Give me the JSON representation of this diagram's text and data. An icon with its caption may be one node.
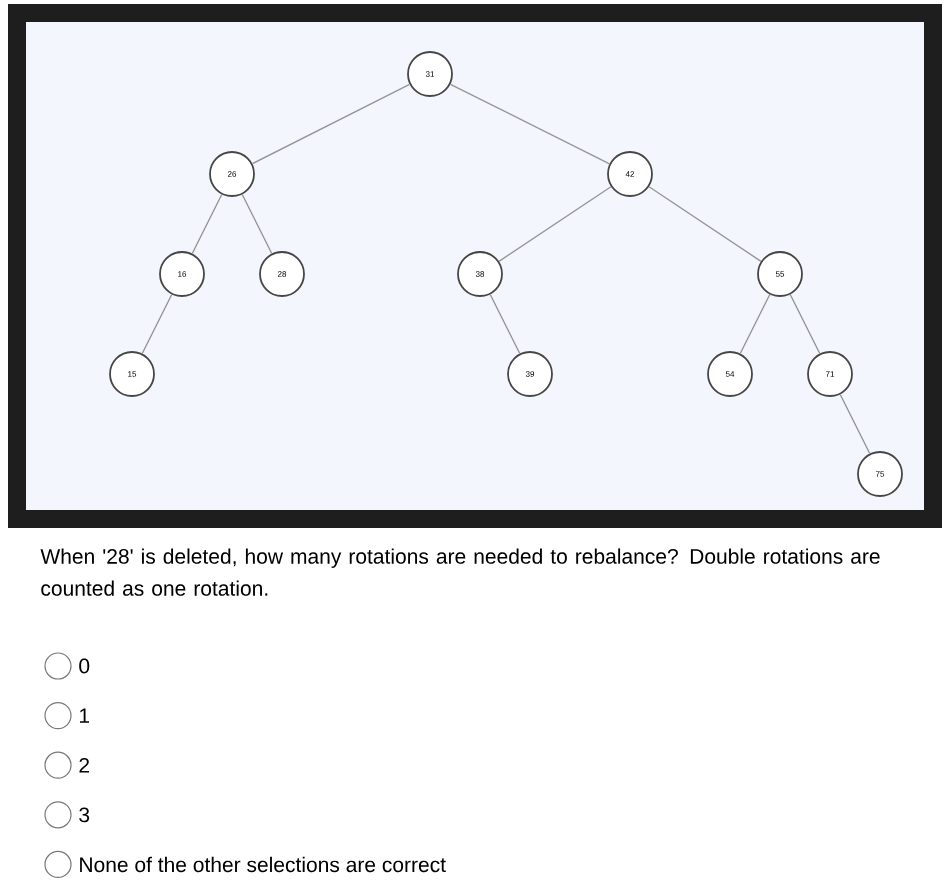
{
  "diagram": {
    "nodes": [
      {
        "text": [
          "31"
        ]
      },
      {
        "text": [
          "26"
        ]
      },
      {
        "text": [
          "42"
        ]
      },
      {
        "text": [
          "16"
        ]
      },
      {
        "text": [
          "28"
        ]
      },
      {
        "text": [
          "38"
        ]
      },
      {
        "text": [
          "55"
        ]
      },
      {
        "text": [
          "15"
        ]
      },
      {
        "text": [
          "39"
        ]
      },
      {
        "text": [
          "54"
        ]
      },
      {
        "text": [
          "71"
        ]
      },
      {
        "text": [
          "75"
        ]
      }
    ],
    "edges": [
      {
        "from": 0,
        "to": 1,
        "arrow": "none"
      },
      {
        "from": 0,
        "to": 2,
        "arrow": "none"
      },
      {
        "from": 1,
        "to": 3,
        "arrow": "none"
      },
      {
        "from": 1,
        "to": 4,
        "arrow": "none"
      },
      {
        "from": 2,
        "to": 5,
        "arrow": "none"
      },
      {
        "from": 2,
        "to": 6,
        "arrow": "none"
      },
      {
        "from": 3,
        "to": 7,
        "arrow": "none"
      },
      {
        "from": 5,
        "to": 8,
        "arrow": "none"
      },
      {
        "from": 6,
        "to": 9,
        "arrow": "none"
      },
      {
        "from": 6,
        "to": 10,
        "arrow": "none"
      },
      {
        "from": 10,
        "to": 11,
        "arrow": "none"
      }
    ],
    "labels": [
      "When '28' is deleted, how many rotations are needed to rebalance? Double rotations are counted as one rotation.",
      "0",
      "1",
      "2",
      "3",
      "None of the other selections are correct"
    ]
  }
}
